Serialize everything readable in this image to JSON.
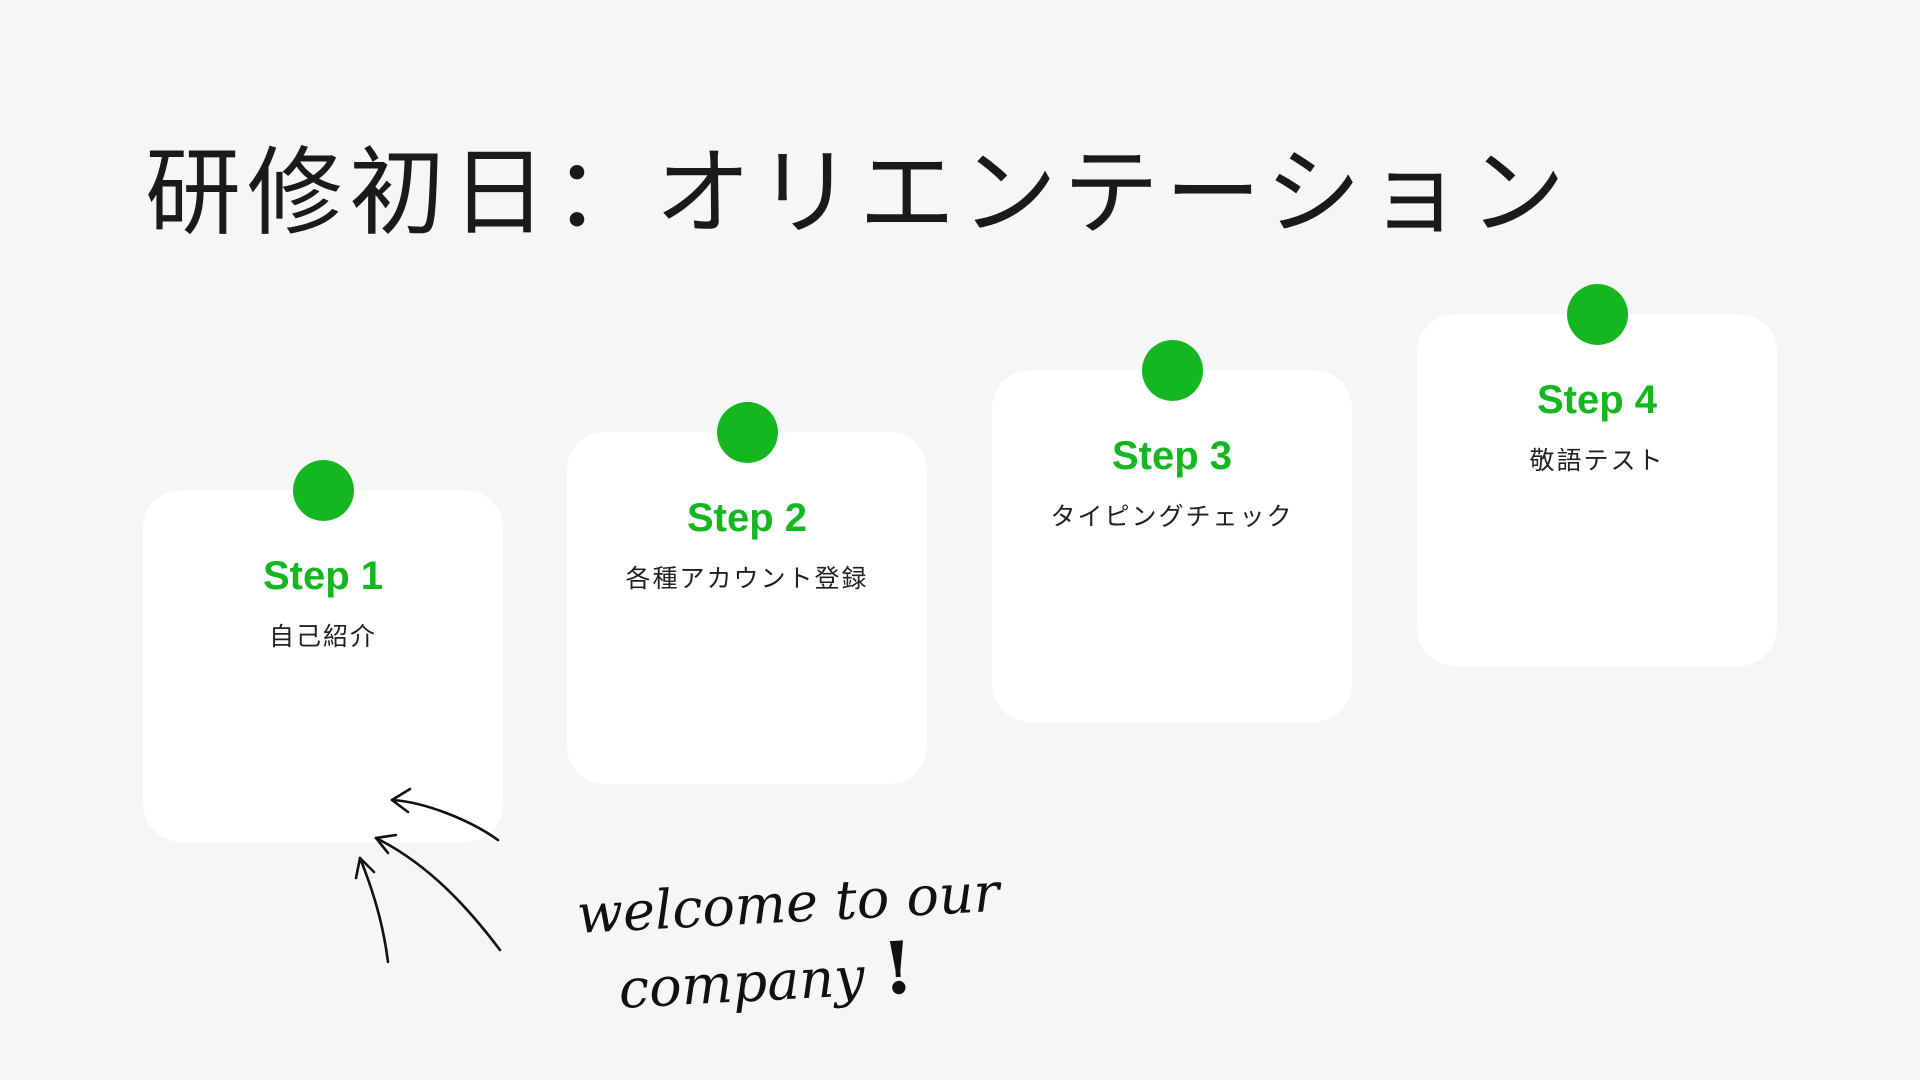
{
  "slide": {
    "title": "研修初日：オリエンテーション",
    "accent_color": "#14b720",
    "background_color": "#f6f6f6"
  },
  "steps": [
    {
      "label": "Step 1",
      "description": "自己紹介"
    },
    {
      "label": "Step 2",
      "description": "各種アカウント登録"
    },
    {
      "label": "Step 3",
      "description": "タイピングチェック"
    },
    {
      "label": "Step 4",
      "description": "敬語テスト"
    }
  ],
  "tagline": {
    "line1": "welcome to our",
    "line2": "company",
    "exclamation": "!"
  },
  "icons": {
    "pin": "green-dot-icon",
    "arrows": "hand-drawn-arrows-icon"
  }
}
